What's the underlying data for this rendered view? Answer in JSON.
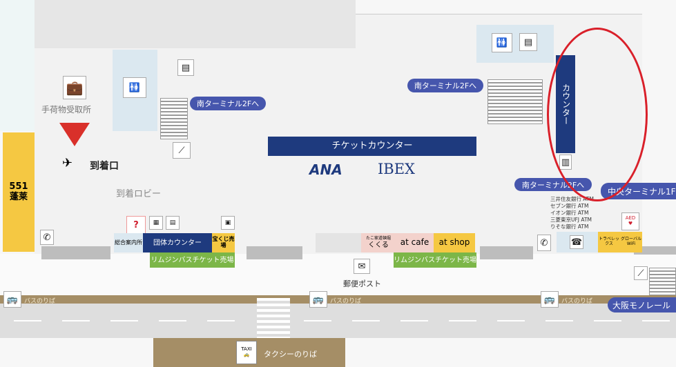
{
  "map": {
    "labels": {
      "baggage_claim": "手荷物受取所",
      "arrival_gate": "到着口",
      "arrival_lobby": "到着ロビー",
      "south_t2f_1": "南ターミナル2Fへ",
      "south_t2f_2": "南ターミナル2Fへ",
      "south_t2f_3": "南ターミナル2Fへ",
      "central_t1": "中央ターミナル1F",
      "osaka_monorail": "大阪モノレール",
      "ticket_counter": "チケットカウンター",
      "counter_vertical": "カウンター",
      "airline_ana": "ANA",
      "airline_ibex": "IBEX",
      "shop_551_num": "551",
      "shop_551_name": "蓬莱",
      "info_desk": "総合案内所",
      "group_counter": "団体カウンター",
      "lottery": "宝くじ売場",
      "limousine_1": "リムジンバスチケット売場",
      "limousine_2": "リムジンバスチケット売場",
      "kukuru_sub": "たこ家道頓堀",
      "kukuru": "くくる",
      "at_cafe": "at cafe",
      "at_shop": "at shop",
      "post": "郵便ポスト",
      "bus_stop_1": "バスのりば",
      "bus_stop_2": "バスのりば",
      "bus_stop_3": "バスのりば",
      "taxi": "タクシーのりば",
      "taxi_sign": "TAXI",
      "aed": "AED",
      "travelex": "トラベレックス",
      "global_wifi": "グローバルWiFi"
    },
    "atm_list": [
      "三井住友銀行 ATM",
      "セブン銀行 ATM",
      "イオン銀行 ATM",
      "三菱東京UFJ ATM",
      "りそな銀行 ATM"
    ]
  },
  "colors": {
    "navy": "#1e3a7e",
    "pill": "#4656ad",
    "green": "#7cb648",
    "yellow": "#f5c842",
    "pink": "#f3d2cc",
    "brown": "#a58e66",
    "highlight": "#d9202a"
  }
}
